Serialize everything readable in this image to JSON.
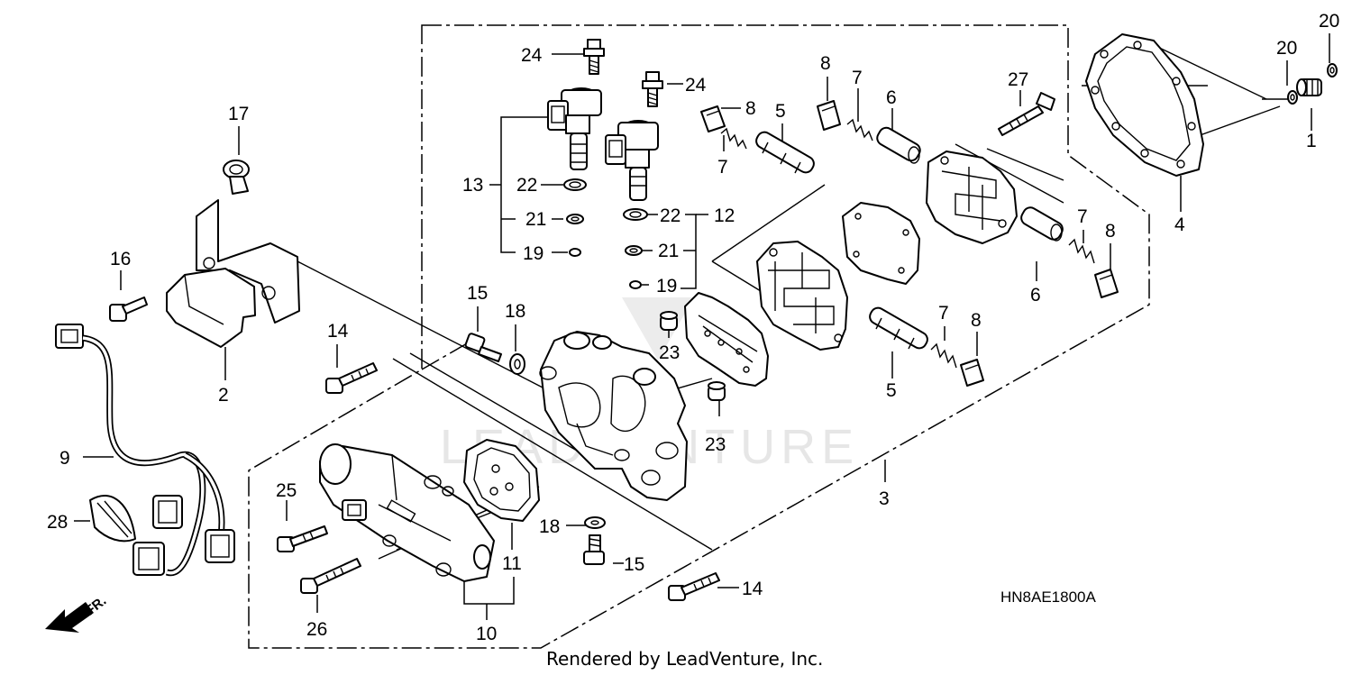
{
  "diagram": {
    "watermark": "LEADVENTURE",
    "code": "HN8AE1800A",
    "credit": "Rendered by LeadVenture, Inc.",
    "front_marker": "FR.",
    "labels": [
      "1",
      "2",
      "3",
      "4",
      "5",
      "5",
      "6",
      "6",
      "7",
      "7",
      "7",
      "7",
      "8",
      "8",
      "8",
      "8",
      "9",
      "10",
      "11",
      "12",
      "13",
      "14",
      "14",
      "15",
      "15",
      "16",
      "17",
      "18",
      "18",
      "19",
      "19",
      "20",
      "20",
      "21",
      "21",
      "22",
      "22",
      "23",
      "23",
      "24",
      "24",
      "25",
      "26",
      "27",
      "28"
    ]
  }
}
